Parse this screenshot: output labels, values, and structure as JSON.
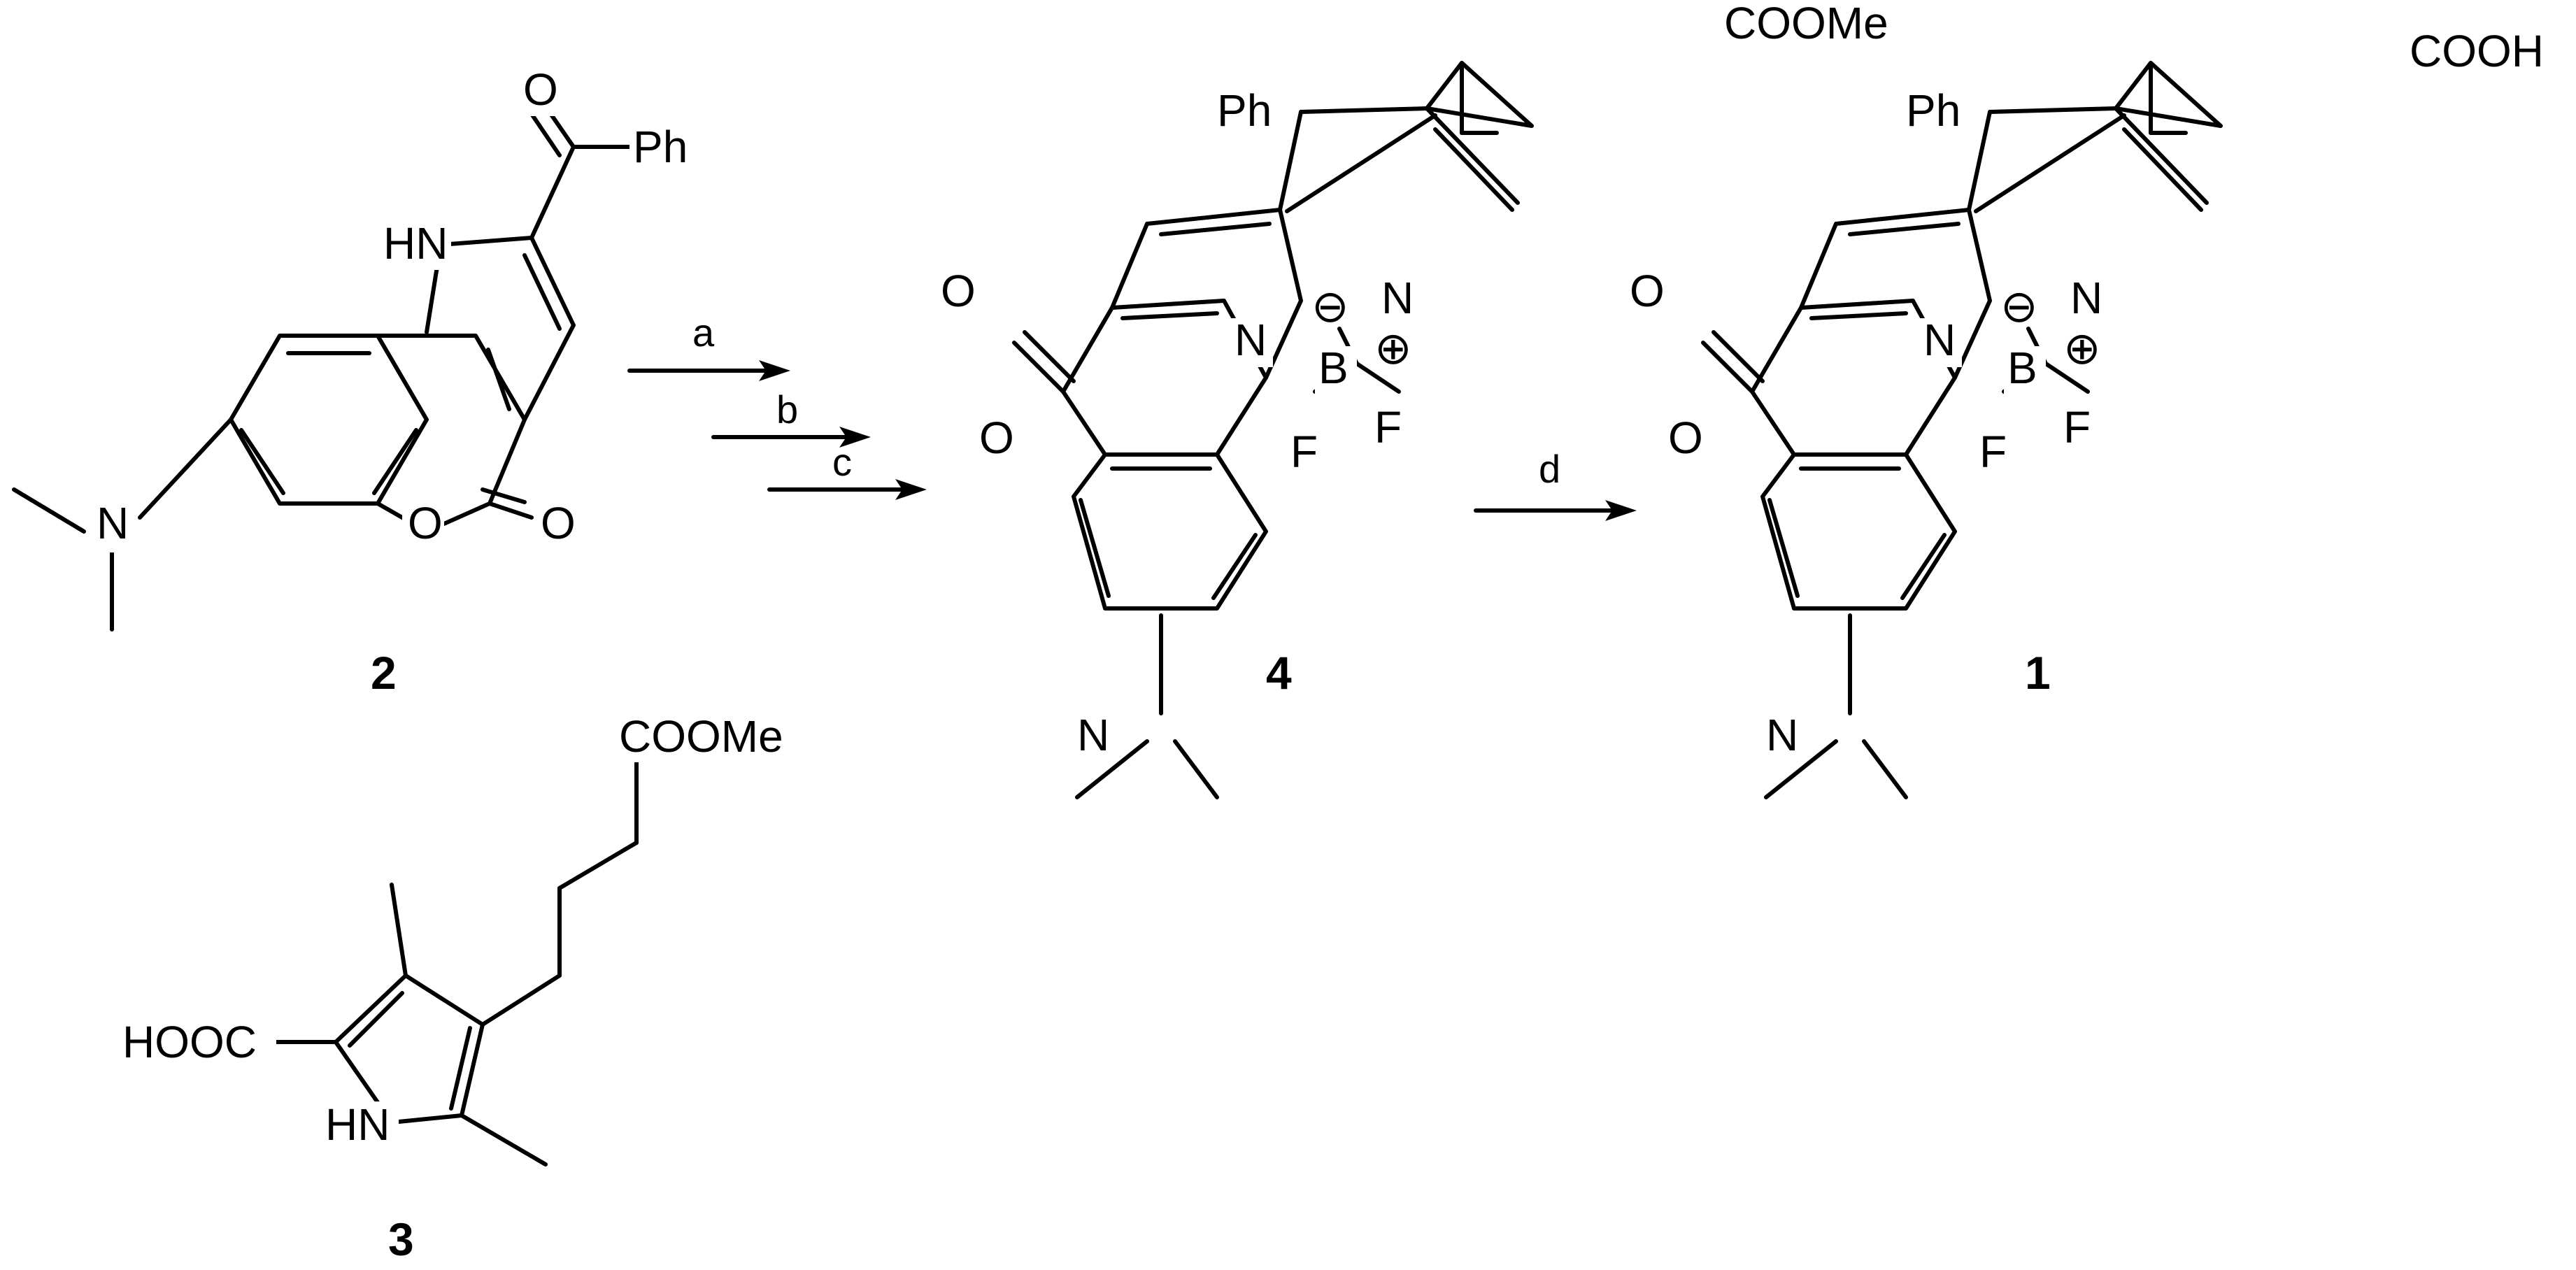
{
  "compounds": {
    "c2": {
      "number": "2",
      "labels": {
        "ph": "Ph",
        "o_keto": "O",
        "nh": "HN",
        "nme2": "N",
        "o_ring": "O",
        "o_lactone": "O"
      }
    },
    "c3": {
      "number": "3",
      "labels": {
        "ester": "COOMe",
        "acid": "HOOC",
        "nh": "HN"
      }
    },
    "c4": {
      "number": "4",
      "labels": {
        "ph": "Ph",
        "ester": "COOMe",
        "o_carbonyl": "O",
        "n1": "N",
        "b": "B",
        "n2": "N",
        "f1": "F",
        "f2": "F",
        "o_ring": "O",
        "nme2": "N"
      },
      "charges": {
        "boron": "⊖",
        "nitrogen": "⊕"
      }
    },
    "c1": {
      "number": "1",
      "labels": {
        "ph": "Ph",
        "acid": "COOH",
        "o_carbonyl": "O",
        "n1": "N",
        "b": "B",
        "n2": "N",
        "f1": "F",
        "f2": "F",
        "o_ring": "O",
        "nme2": "N"
      },
      "charges": {
        "boron": "⊖",
        "nitrogen": "⊕"
      }
    }
  },
  "conditions": {
    "a": "a",
    "b": "b",
    "c": "c",
    "d": "d"
  },
  "colors": {
    "ink": "#000000",
    "background": "#ffffff"
  }
}
